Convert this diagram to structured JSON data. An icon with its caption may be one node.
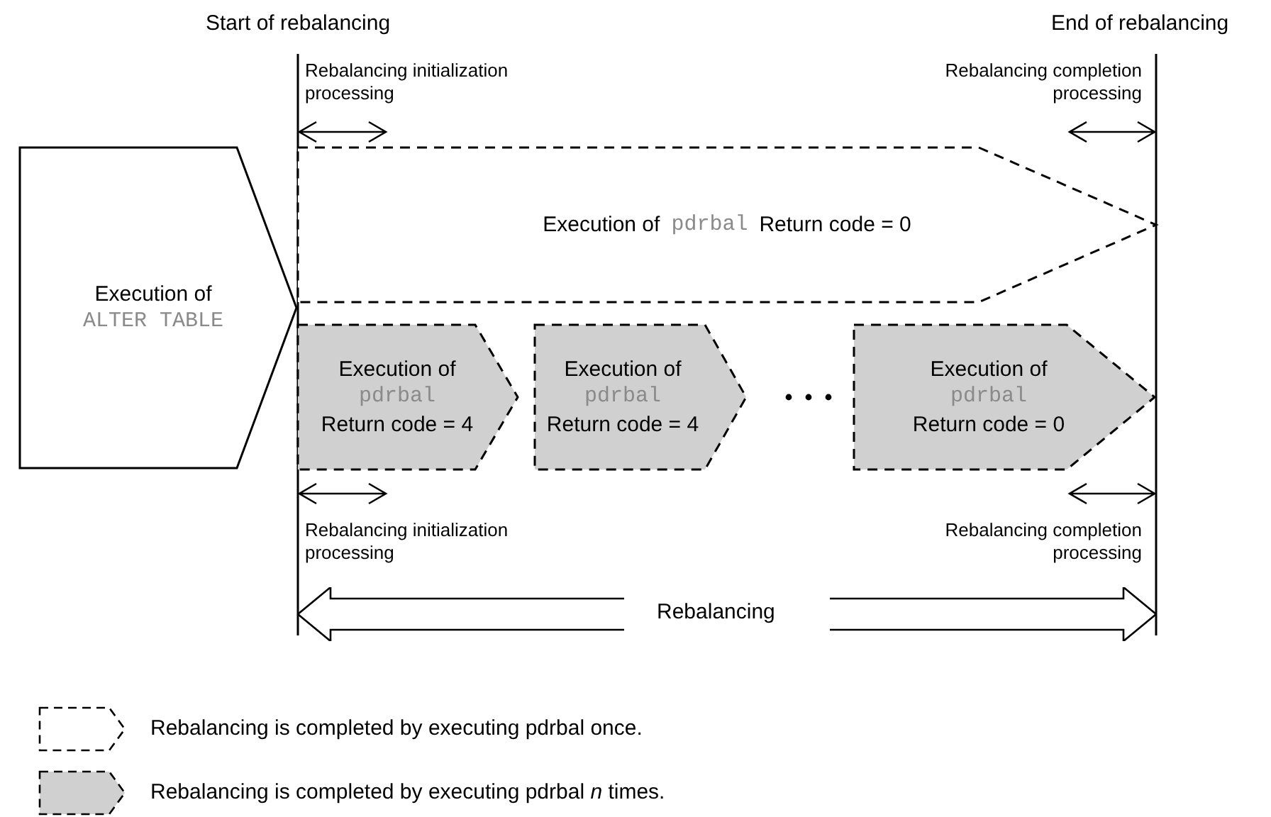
{
  "diagram": {
    "nodes": [
      {
        "text": [
          "Execution of",
          "ALTER TABLE"
        ]
      },
      {
        "text": [
          "Execution of",
          "pdrbal",
          "Return code = 0"
        ]
      },
      {
        "text": [
          "Execution of",
          "pdrbal",
          "Return code = 4"
        ]
      },
      {
        "text": [
          "Execution of",
          "pdrbal",
          "Return code = 4"
        ]
      },
      {
        "text": [
          "Execution of",
          "pdrbal",
          "Return code = 0"
        ]
      }
    ],
    "edges": [],
    "labels": [
      "Start of rebalancing",
      "End of rebalancing",
      "Rebalancing initialization processing",
      "Rebalancing completion processing",
      "Rebalancing initialization processing",
      "Rebalancing completion processing",
      "Rebalancing"
    ],
    "legend": [
      {
        "text": "Rebalancing is completed by executing pdrbal once."
      },
      {
        "text": "Rebalancing is completed by executing pdrbal *n* times."
      }
    ]
  }
}
